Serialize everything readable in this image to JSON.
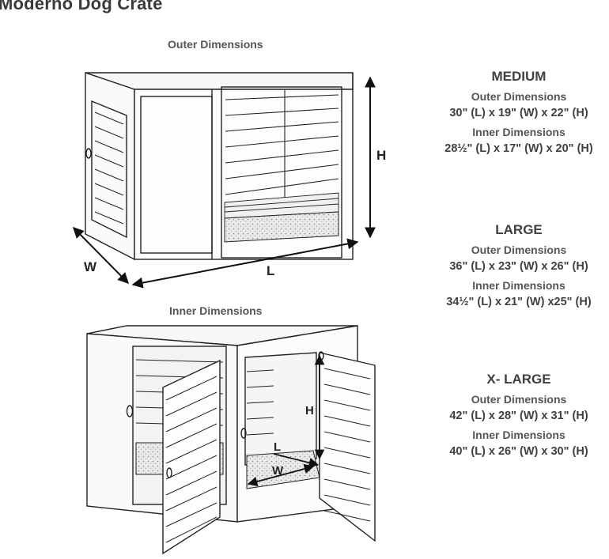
{
  "title": "Moderno Dog Crate",
  "figures": {
    "outer_caption": "Outer Dimensions",
    "inner_caption": "Inner Dimensions",
    "outer_labels": {
      "height": "H",
      "width": "W",
      "length": "L"
    },
    "inner_labels": {
      "height": "H",
      "length": "L",
      "width": "W"
    }
  },
  "sizes": [
    {
      "name": "MEDIUM",
      "outer_label": "Outer Dimensions",
      "outer_value": "30\" (L)  x 19\" (W) x 22\" (H)",
      "inner_label": "Inner Dimensions",
      "inner_value": "28½\" (L)  x 17\" (W) x 20\" (H)"
    },
    {
      "name": "LARGE",
      "outer_label": "Outer Dimensions",
      "outer_value": "36\" (L)  x 23\" (W) x 26\" (H)",
      "inner_label": "Inner Dimensions",
      "inner_value": "34½\" (L)  x 21\" (W) x25\" (H)"
    },
    {
      "name": "X- LARGE",
      "outer_label": "Outer Dimensions",
      "outer_value": "42\" (L)  x 28\" (W) x 31\" (H)",
      "inner_label": "Inner Dimensions",
      "inner_value": "40\" (L)  x 26\" (W) x 30\" (H)"
    }
  ]
}
